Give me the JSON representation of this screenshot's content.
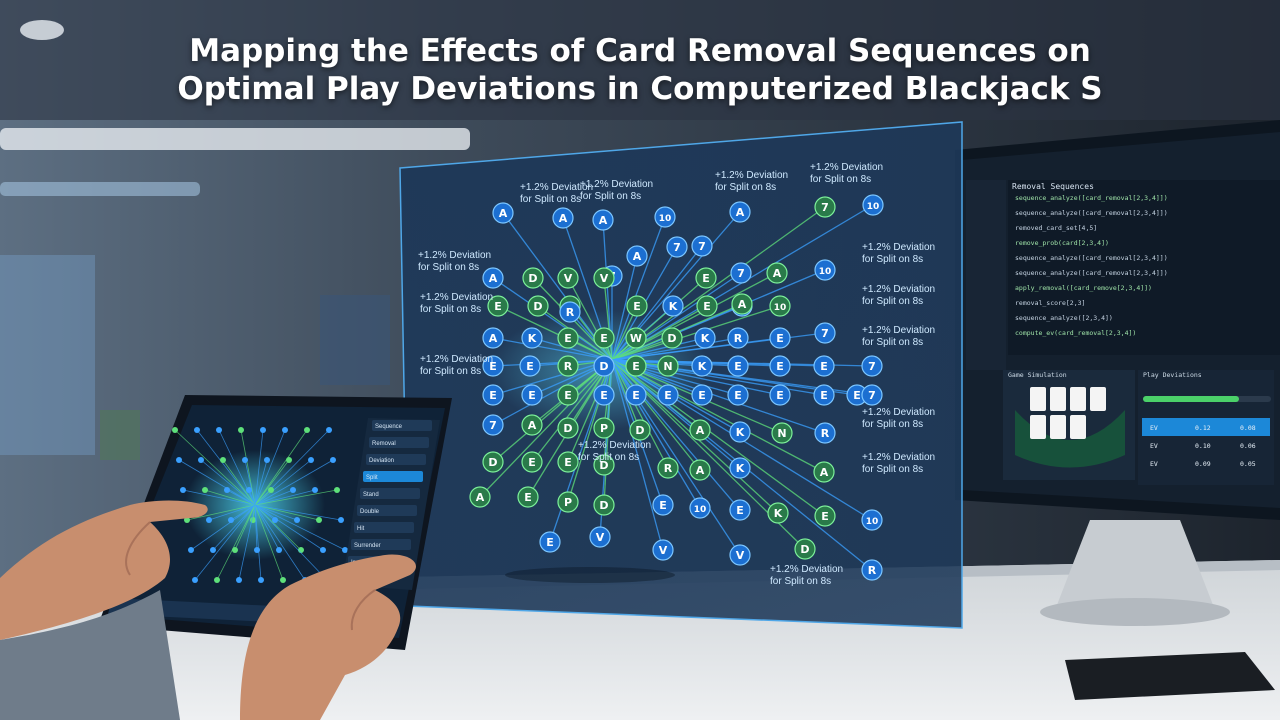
{
  "title": {
    "line1": "Mapping the Effects of Card Removal Sequences on",
    "line2": "Optimal Play Deviations in Computerized Blackjack S"
  },
  "annotations": [
    {
      "value": "+1.2% Deviation",
      "detail": "for Split on 8s"
    },
    {
      "value": "+1.2% Deviation",
      "detail": "for Split on 8s"
    },
    {
      "value": "+1.2% Deviation",
      "detail": "for Split on 8s"
    },
    {
      "value": "+1.2% Deviation",
      "detail": "for Split on 8s"
    },
    {
      "value": "+1.2% Deviation",
      "detail": "for Split on 8s"
    },
    {
      "value": "+1.2% Deviation",
      "detail": "for Split on 8s"
    },
    {
      "value": "+1.2% Deviation",
      "detail": "for Split on 8s"
    },
    {
      "value": "+1.2% Deviation",
      "detail": "for Split on 8s"
    },
    {
      "value": "+1.2% Deviation",
      "detail": "for Split on 8s"
    },
    {
      "value": "+1.2% Deviation",
      "detail": "for Split on 8s"
    },
    {
      "value": "+1.2% Deviation",
      "detail": "for Split on 8s"
    },
    {
      "value": "+1.2% Deviation",
      "detail": "for Split on 8s"
    },
    {
      "value": "+1.2% Deviation",
      "detail": "for Split on 8s"
    },
    {
      "value": "+1.2% Deviation",
      "detail": "for Split on 8s"
    }
  ],
  "nodes": [
    {
      "label": "A",
      "tone": "blue"
    },
    {
      "label": "A",
      "tone": "blue"
    },
    {
      "label": "A",
      "tone": "blue"
    },
    {
      "label": "10",
      "tone": "blue"
    },
    {
      "label": "A",
      "tone": "blue"
    },
    {
      "label": "7",
      "tone": "green"
    },
    {
      "label": "10",
      "tone": "blue"
    },
    {
      "label": "7",
      "tone": "blue"
    },
    {
      "label": "7",
      "tone": "blue"
    },
    {
      "label": "A",
      "tone": "green"
    },
    {
      "label": "10",
      "tone": "blue"
    },
    {
      "label": "A",
      "tone": "blue"
    },
    {
      "label": "7",
      "tone": "blue"
    },
    {
      "label": "7",
      "tone": "blue"
    },
    {
      "label": "10",
      "tone": "green"
    },
    {
      "label": "A",
      "tone": "blue"
    },
    {
      "label": "D",
      "tone": "green"
    },
    {
      "label": "V",
      "tone": "green"
    },
    {
      "label": "V",
      "tone": "green"
    },
    {
      "label": "E",
      "tone": "green"
    },
    {
      "label": "K",
      "tone": "blue"
    },
    {
      "label": "E",
      "tone": "green"
    },
    {
      "label": "R",
      "tone": "blue"
    },
    {
      "label": "D",
      "tone": "green"
    },
    {
      "label": "E",
      "tone": "green"
    },
    {
      "label": "7",
      "tone": "green"
    },
    {
      "label": "A",
      "tone": "green"
    },
    {
      "label": "E",
      "tone": "green"
    },
    {
      "label": "A",
      "tone": "blue"
    },
    {
      "label": "K",
      "tone": "blue"
    },
    {
      "label": "E",
      "tone": "green"
    },
    {
      "label": "E",
      "tone": "green"
    },
    {
      "label": "W",
      "tone": "green"
    },
    {
      "label": "D",
      "tone": "green"
    },
    {
      "label": "K",
      "tone": "blue"
    },
    {
      "label": "R",
      "tone": "blue"
    },
    {
      "label": "R",
      "tone": "blue"
    },
    {
      "label": "E",
      "tone": "blue"
    },
    {
      "label": "7",
      "tone": "blue"
    },
    {
      "label": "E",
      "tone": "blue"
    },
    {
      "label": "E",
      "tone": "blue"
    },
    {
      "label": "R",
      "tone": "green"
    },
    {
      "label": "D",
      "tone": "blue"
    },
    {
      "label": "E",
      "tone": "green"
    },
    {
      "label": "N",
      "tone": "green"
    },
    {
      "label": "K",
      "tone": "blue"
    },
    {
      "label": "E",
      "tone": "blue"
    },
    {
      "label": "E",
      "tone": "blue"
    },
    {
      "label": "E",
      "tone": "blue"
    },
    {
      "label": "7",
      "tone": "blue"
    },
    {
      "label": "E",
      "tone": "blue"
    },
    {
      "label": "E",
      "tone": "blue"
    },
    {
      "label": "E",
      "tone": "green"
    },
    {
      "label": "E",
      "tone": "blue"
    },
    {
      "label": "E",
      "tone": "blue"
    },
    {
      "label": "E",
      "tone": "blue"
    },
    {
      "label": "E",
      "tone": "blue"
    },
    {
      "label": "E",
      "tone": "blue"
    },
    {
      "label": "E",
      "tone": "blue"
    },
    {
      "label": "E",
      "tone": "blue"
    },
    {
      "label": "E",
      "tone": "blue"
    },
    {
      "label": "7",
      "tone": "blue"
    },
    {
      "label": "7",
      "tone": "blue"
    },
    {
      "label": "A",
      "tone": "green"
    },
    {
      "label": "D",
      "tone": "green"
    },
    {
      "label": "P",
      "tone": "green"
    },
    {
      "label": "D",
      "tone": "green"
    },
    {
      "label": "A",
      "tone": "green"
    },
    {
      "label": "K",
      "tone": "blue"
    },
    {
      "label": "N",
      "tone": "green"
    },
    {
      "label": "R",
      "tone": "blue"
    },
    {
      "label": "D",
      "tone": "green"
    },
    {
      "label": "E",
      "tone": "green"
    },
    {
      "label": "E",
      "tone": "green"
    },
    {
      "label": "D",
      "tone": "green"
    },
    {
      "label": "R",
      "tone": "green"
    },
    {
      "label": "A",
      "tone": "green"
    },
    {
      "label": "K",
      "tone": "blue"
    },
    {
      "label": "A",
      "tone": "green"
    },
    {
      "label": "A",
      "tone": "green"
    },
    {
      "label": "E",
      "tone": "green"
    },
    {
      "label": "P",
      "tone": "green"
    },
    {
      "label": "D",
      "tone": "green"
    },
    {
      "label": "E",
      "tone": "blue"
    },
    {
      "label": "10",
      "tone": "blue"
    },
    {
      "label": "E",
      "tone": "blue"
    },
    {
      "label": "K",
      "tone": "green"
    },
    {
      "label": "E",
      "tone": "green"
    },
    {
      "label": "10",
      "tone": "blue"
    },
    {
      "label": "E",
      "tone": "blue"
    },
    {
      "label": "V",
      "tone": "blue"
    },
    {
      "label": "V",
      "tone": "blue"
    },
    {
      "label": "V",
      "tone": "blue"
    },
    {
      "label": "D",
      "tone": "green"
    },
    {
      "label": "R",
      "tone": "blue"
    }
  ],
  "monitor": {
    "panel_title": "Removal Sequences",
    "code_lines": [
      "sequence_analyze([card_removal[2,3,4]])",
      "  sequence_analyze([card_removal[2,3,4]])",
      "    removed_card_set[4,5]",
      "      remove_prob(card[2,3,4])",
      "sequence_analyze([card_removal[2,3,4]])",
      "  sequence_analyze([card_removal[2,3,4]])",
      "    apply_removal([card_remove[2,3,4]])",
      "      removal_score[2,3]",
      "sequence_analyze([2,3,4])",
      "  compute_ev(card_removal[2,3,4])"
    ],
    "table_panel": "Game Simulation",
    "deviations_panel": "Play Deviations",
    "table_rows": [
      [
        "EV",
        "0.12",
        "0.08"
      ],
      [
        "EV",
        "0.10",
        "0.06"
      ],
      [
        "EV",
        "0.09",
        "0.05"
      ]
    ]
  },
  "tablet": {
    "menu_items": [
      "Sequence",
      "Removal",
      "Deviation",
      "Split",
      "Stand",
      "Double",
      "Hit",
      "Surrender",
      "Insurance"
    ]
  }
}
